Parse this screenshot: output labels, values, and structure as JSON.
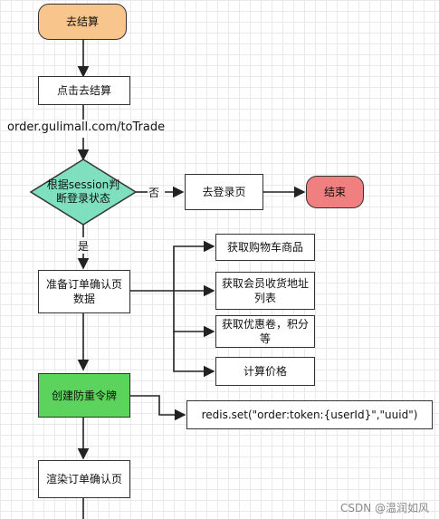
{
  "nodes": {
    "start": "去结算",
    "click_checkout": "点击去结算",
    "decision": "根据session判断登录状态",
    "goto_login": "去登录页",
    "end": "结束",
    "prepare_confirm": "准备订单确认页数据",
    "fetch_cart": "获取购物车商品",
    "fetch_address": "获取会员收货地址列表",
    "fetch_coupon": "获取优惠卷，积分等",
    "calc_price": "计算价格",
    "create_token": "创建防重令牌",
    "redis_set": "redis.set(\"order:token:{userId}\",\"uuid\")",
    "render_confirm": "渲染订单确认页"
  },
  "labels": {
    "url": "order.gulimall.com/toTrade",
    "no": "否",
    "yes": "是"
  },
  "watermark": "CSDN @温润如风",
  "colors": {
    "start": "#f8c58d",
    "end": "#f08080",
    "decision": "#7fe0c0",
    "token": "#5cd35c"
  }
}
